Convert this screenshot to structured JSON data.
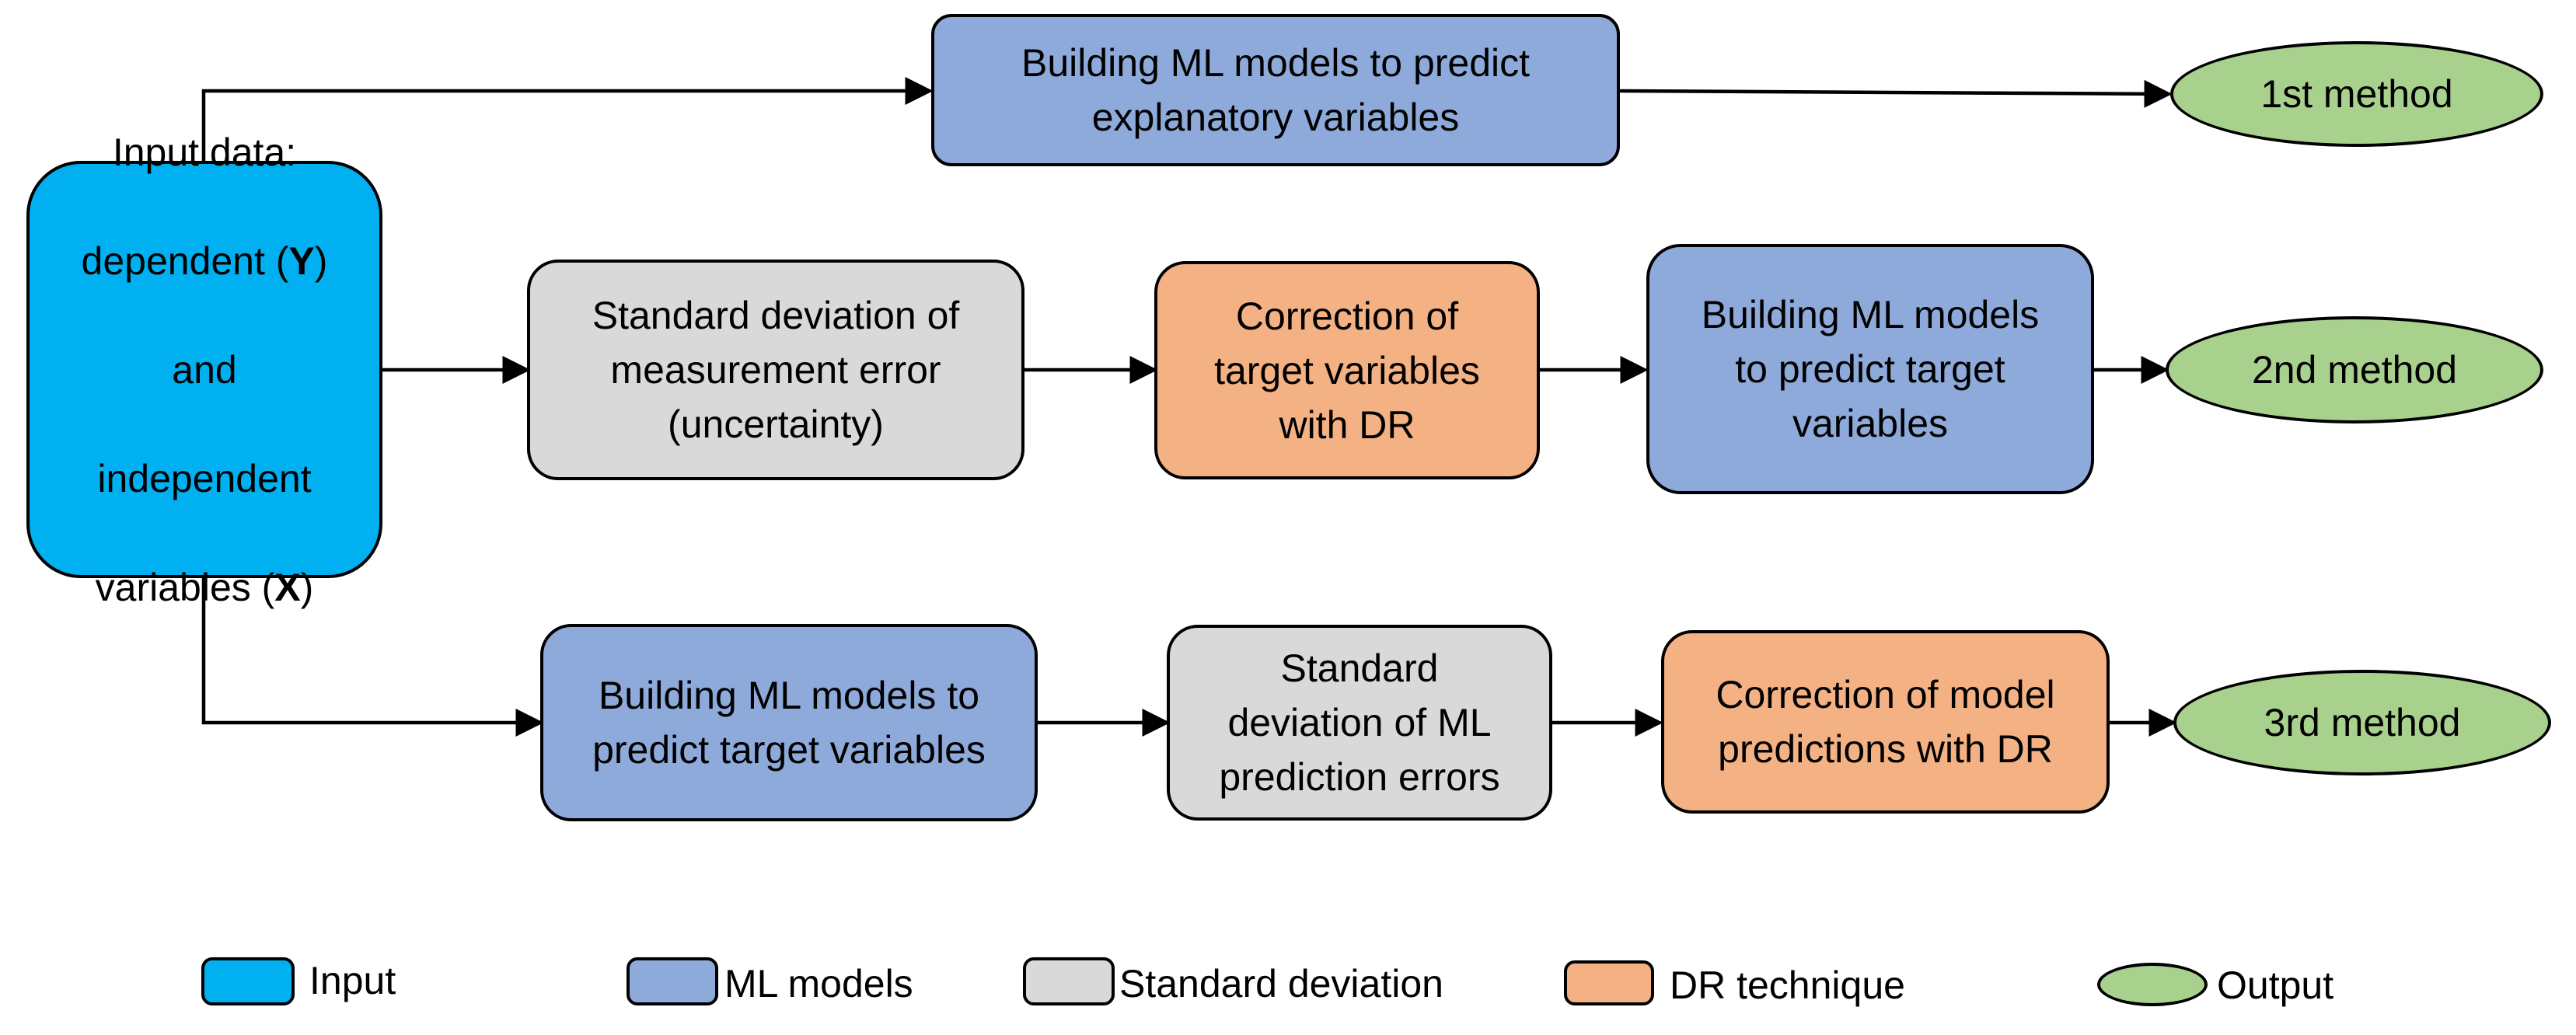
{
  "colors": {
    "input": "#00b0f0",
    "ml_models": "#8eaadb",
    "standard_deviation": "#d9d9d9",
    "dr_technique": "#f4b183",
    "output": "#a9d18e",
    "stroke": "#000000"
  },
  "input_node": {
    "line1": "Input data:",
    "line2_pre": "dependent (",
    "line2_var": "Y",
    "line2_post": ")",
    "line3": "and",
    "line4": "independent",
    "line5_pre": "variables (",
    "line5_var": "X",
    "line5_post": ")"
  },
  "row1": {
    "ml_box": "Building ML models to predict\nexplanatory variables",
    "output": "1st method"
  },
  "row2": {
    "sd_box": "Standard deviation of\nmeasurement error\n(uncertainty)",
    "dr_box": "Correction of\ntarget variables\nwith DR",
    "ml_box": "Building ML models\nto predict target\nvariables",
    "output": "2nd method"
  },
  "row3": {
    "ml_box": "Building ML models to\npredict target variables",
    "sd_box": "Standard\ndeviation of ML\nprediction errors",
    "dr_box": "Correction of model\npredictions with DR",
    "output": "3rd method"
  },
  "legend": {
    "input": "Input",
    "ml_models": "ML models",
    "standard_deviation": "Standard deviation",
    "dr_technique": "DR technique",
    "output": "Output"
  }
}
